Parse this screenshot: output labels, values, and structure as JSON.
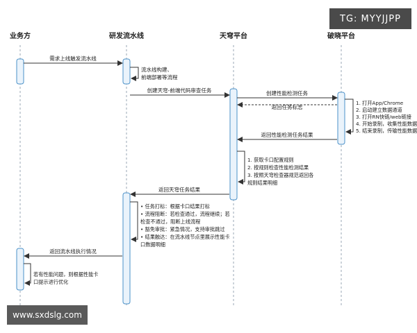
{
  "participants": [
    {
      "id": "biz",
      "label": "业务方"
    },
    {
      "id": "pipe",
      "label": "研发流水线"
    },
    {
      "id": "tq",
      "label": "天穹平台"
    },
    {
      "id": "px",
      "label": "破晓平台"
    }
  ],
  "messages": [
    {
      "id": "m1",
      "text": "需求上线触发流水线"
    },
    {
      "id": "m2",
      "text": "创建天穹-前端代码审查任务"
    },
    {
      "id": "m3",
      "text": "创建性能检测任务"
    },
    {
      "id": "m4",
      "text": "返回任务标志"
    },
    {
      "id": "m5",
      "text": "返回性能检测任务结果"
    },
    {
      "id": "m6",
      "text": "返回天穹任务结果"
    },
    {
      "id": "m7",
      "text": "返回流水线执行情况"
    }
  ],
  "notes": {
    "pipeline_build": [
      "流水线构建、",
      "前端部署等流程"
    ],
    "px_steps": [
      "1. 打开App/Chrome",
      "2. 启动建立数据通道",
      "3. 打开RN快链/web链接",
      "4. 开始录制，收集性能数据",
      "5. 结束录制，传输性能数据"
    ],
    "tq_steps": [
      "1. 获取卡口配置规则",
      "2. 按规则检查性能检测结果",
      "3. 按照天穹检查器规范返回各",
      "   规则结果明细"
    ],
    "pipe_steps": [
      "• 任务打标：根据卡口结果打标",
      "• 流程阻断：若检查通过，流程继续；若",
      "   检查不通过，阻断上线流程",
      "• 豁免审批：紧急情况，支持审批跳过",
      "• 结果触达：在流水线节点里展示性能卡",
      "   口数据明细"
    ],
    "biz_followup": [
      "若有性能问题，则根据性能卡",
      "口提示进行优化"
    ]
  },
  "badge_text": "TG: MYYJJPP",
  "watermark_text": "www.sxdslg.com",
  "colors": {
    "lifeline": "#9aa7b5",
    "activation_fill": "#eaf3fb",
    "activation_stroke": "#4a90c8",
    "arrow": "#333333",
    "text": "#222222"
  }
}
